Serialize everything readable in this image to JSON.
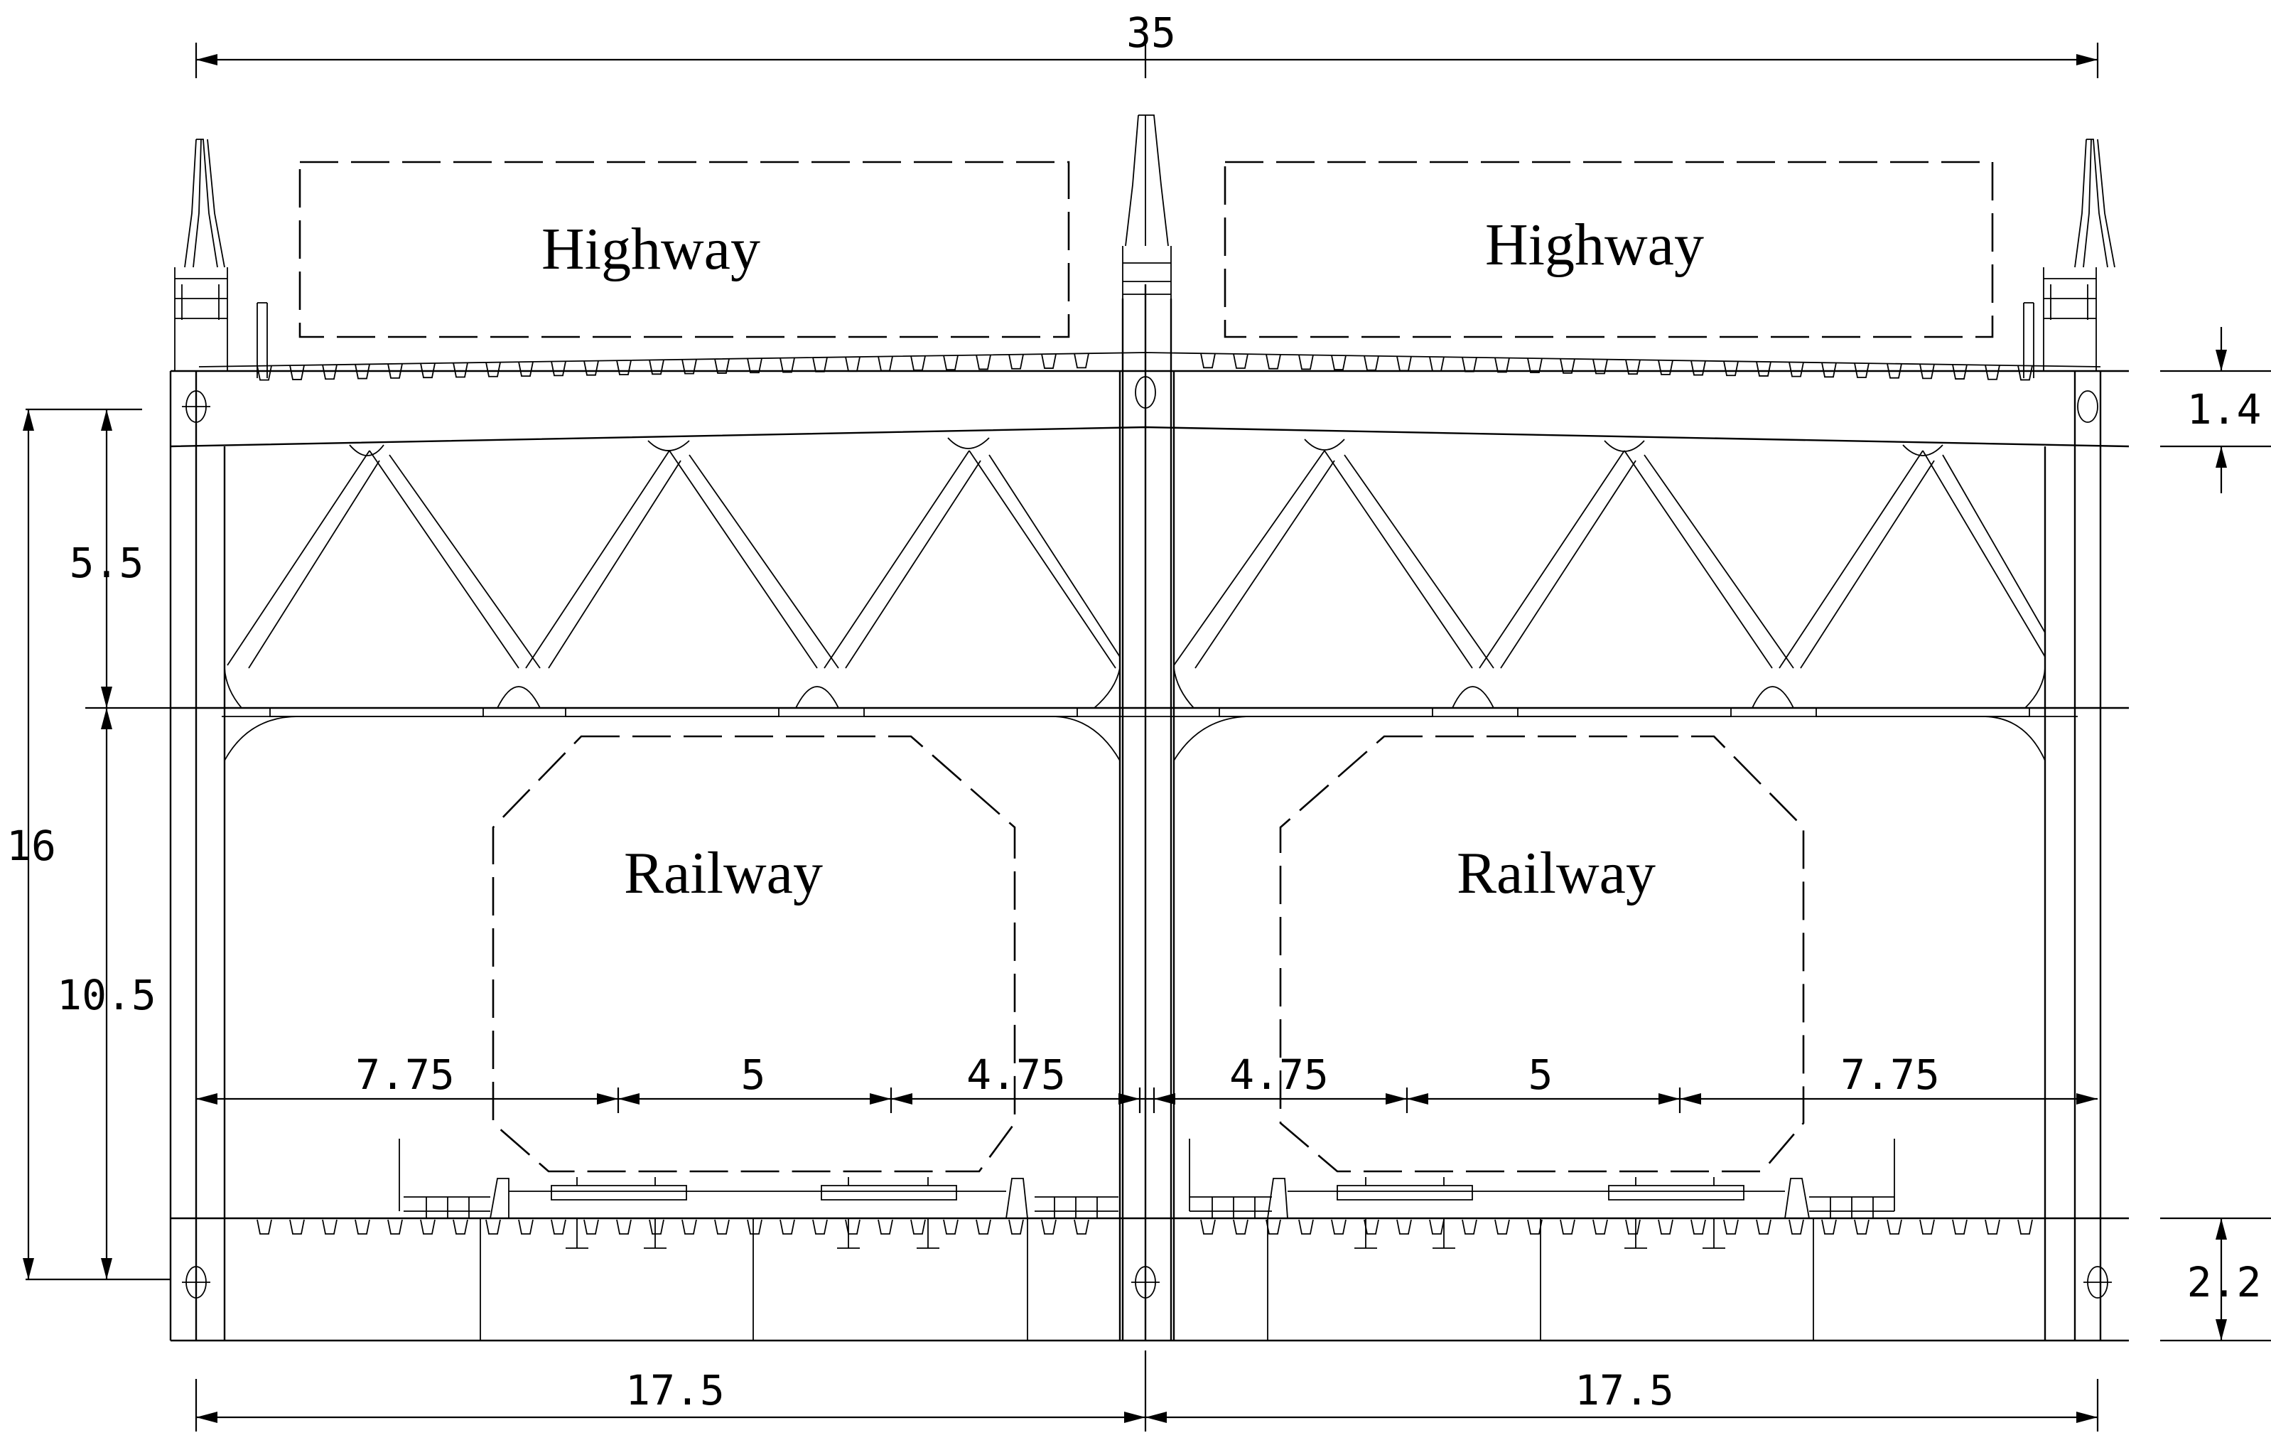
{
  "labels": {
    "highway_left": "Highway",
    "highway_right": "Highway",
    "railway_left": "Railway",
    "railway_right": "Railway"
  },
  "dimensions": {
    "total_width": "35",
    "half_left": "17.5",
    "half_right": "17.5",
    "top_deck_depth": "1.4",
    "bottom_deck_depth": "2.2",
    "truss_height": "5.5",
    "railway_clear_height": "10.5",
    "total_height": "16",
    "left_track_a": "7.75",
    "left_track_spacing": "5",
    "left_track_b": "4.75",
    "right_track_a": "4.75",
    "right_track_spacing": "5",
    "right_track_b": "7.75"
  }
}
